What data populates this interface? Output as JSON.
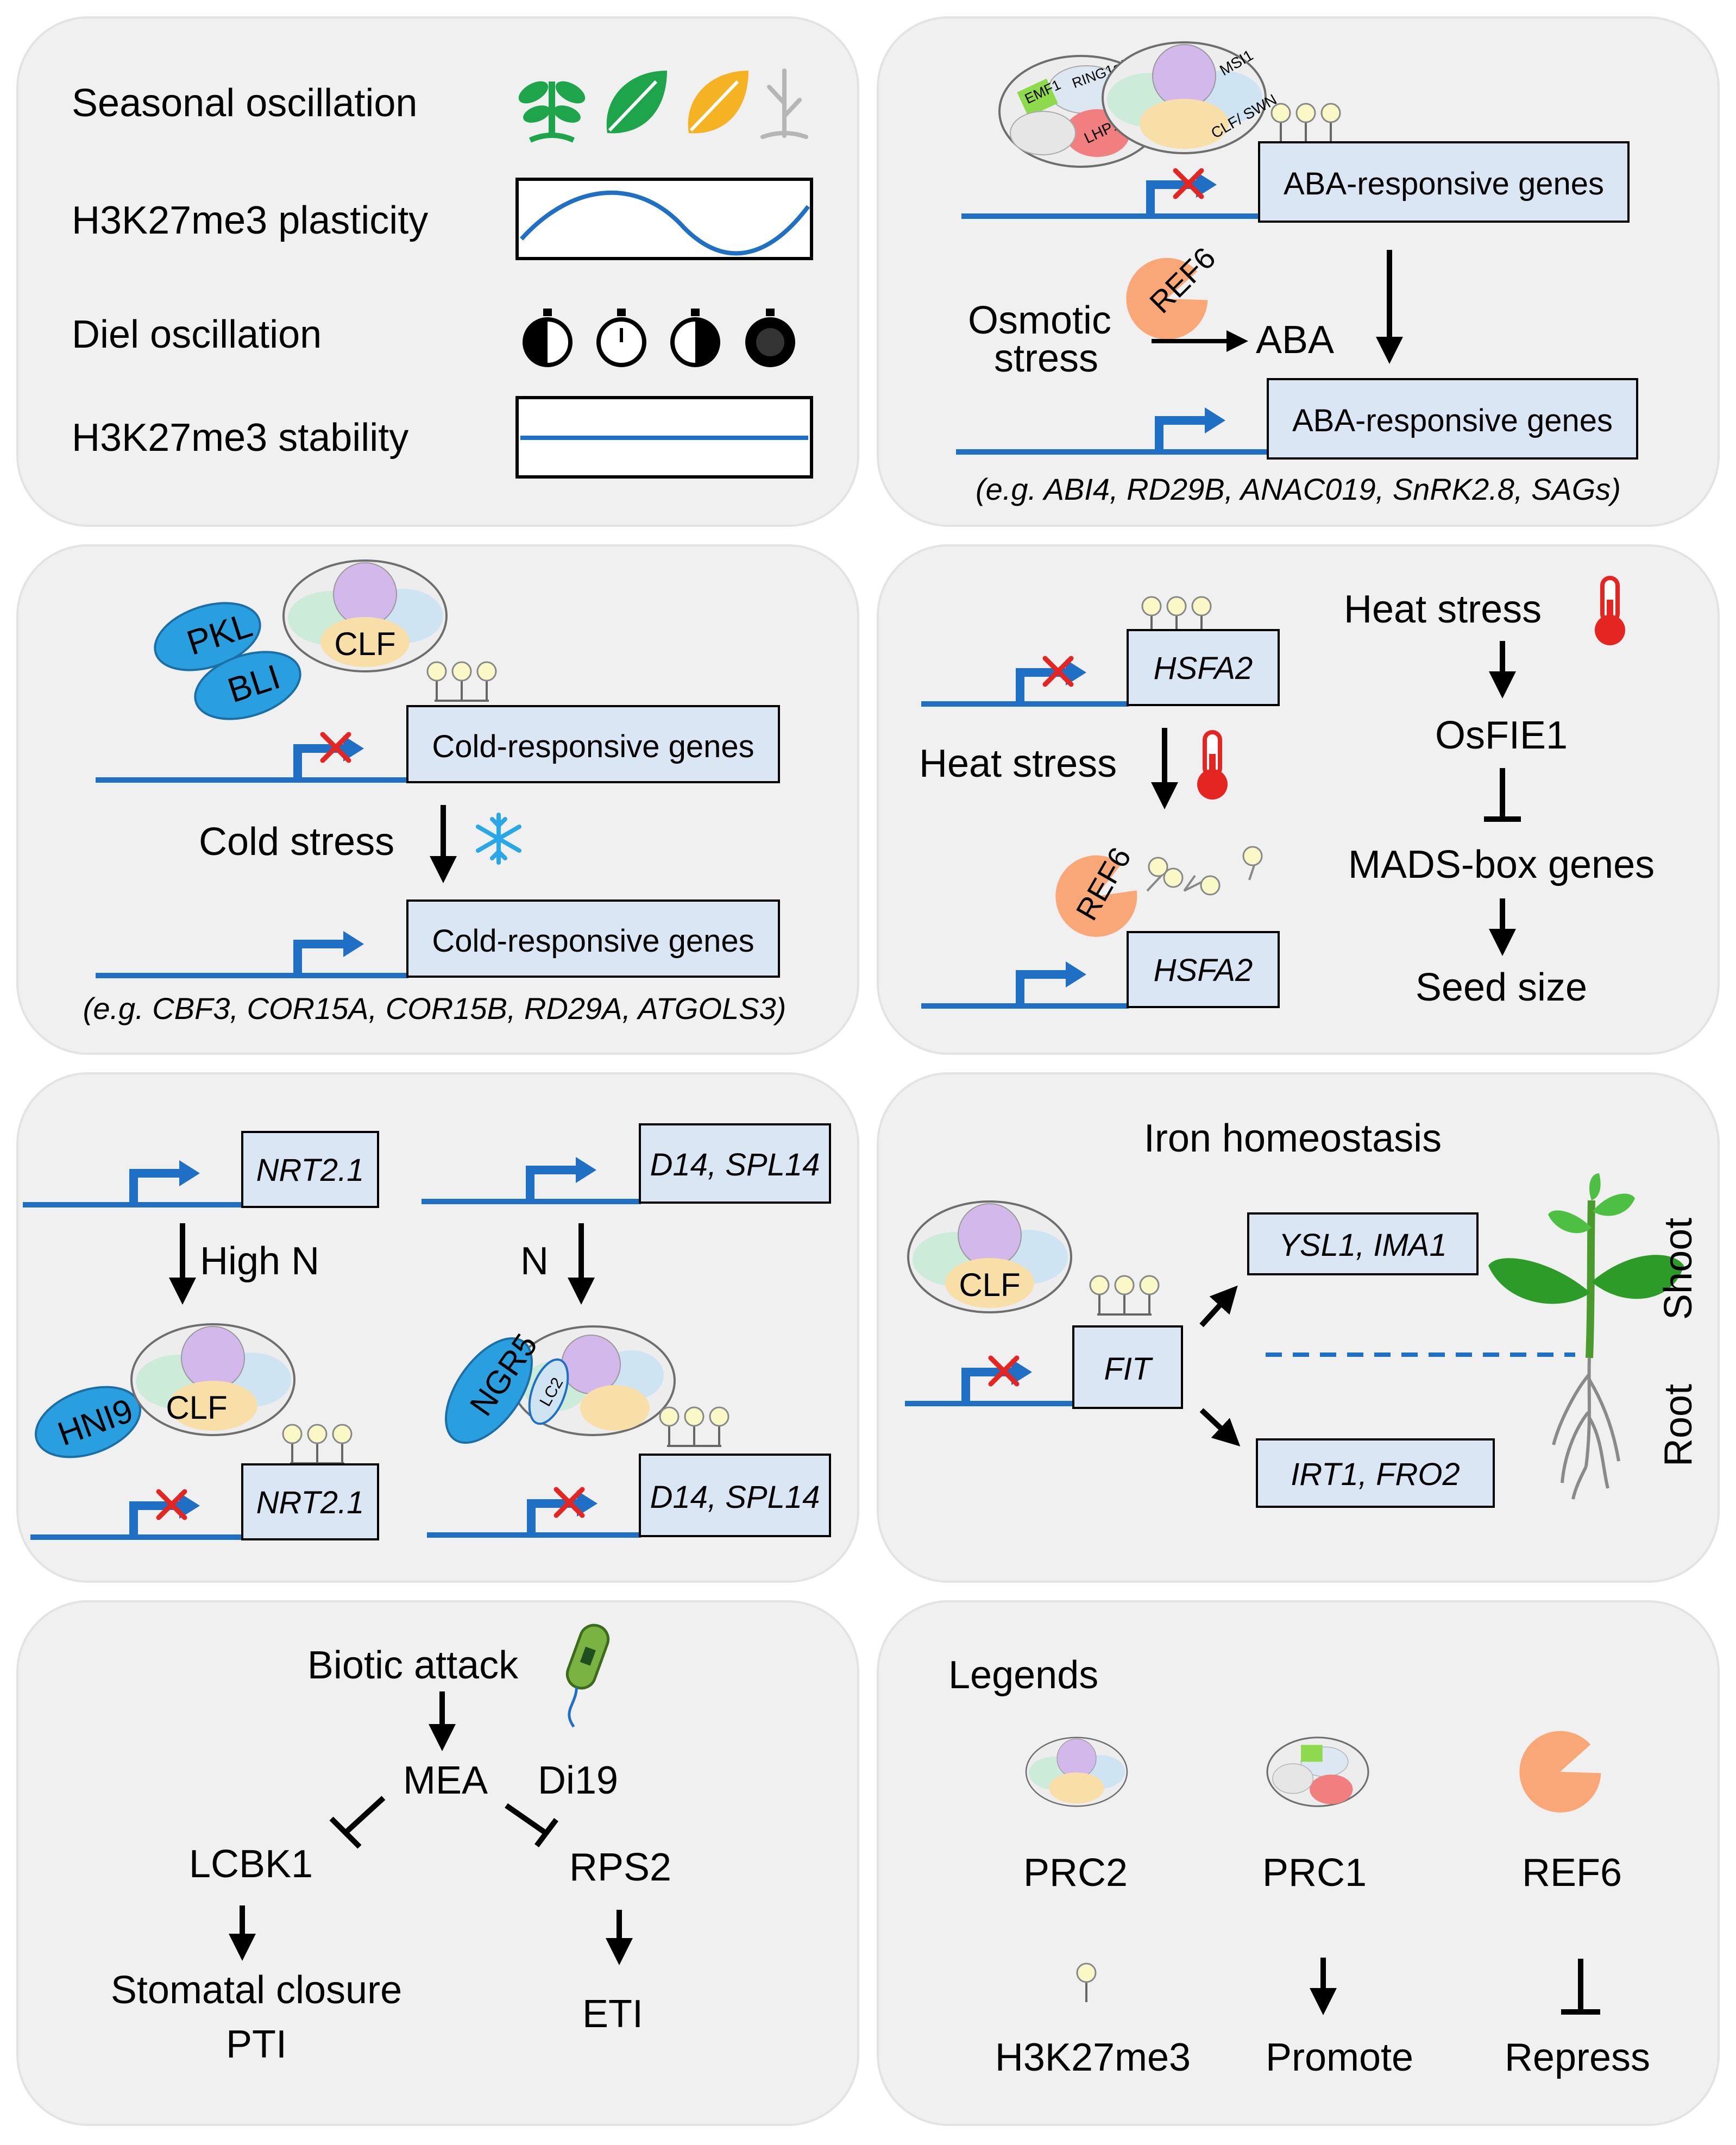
{
  "colors": {
    "panel_bg": "#f0f0f0",
    "panel_border": "#e3e3e3",
    "dna": "#1f6fc5",
    "arrow_tss": "#1f6fc5",
    "gene_box": "#dbe6f5",
    "prc2_top": "#d3b8ec",
    "prc2_left": "#cdebd9",
    "prc2_right": "#cfe4f2",
    "prc2_bottom": "#f8dfa8",
    "ref6": "#f9a777",
    "partner": "#2a9fe0",
    "mark": "#fbf8c8",
    "block": "#e52521"
  },
  "panel1": {
    "seasonal": "Seasonal oscillation",
    "h3k27me3_plasticity": "H3K27me3 plasticity",
    "diel": "Diel oscillation",
    "h3k27me3_stability": "H3K27me3 stability",
    "season_icons": [
      "sprout-icon",
      "green-leaf-icon",
      "yellow-leaf-icon",
      "bare-twig-icon"
    ],
    "clock_icons": [
      "half-stopwatch-icon",
      "empty-stopwatch-icon",
      "half-stopwatch-icon",
      "full-stopwatch-icon"
    ]
  },
  "panel2": {
    "emf1": "EMF1",
    "ring": "RING1a/ RING1b",
    "lhp1": "LHP1",
    "msi1": "MSI1",
    "clf_swn": "CLF/ SWN",
    "gene_top": "ABA-responsive genes",
    "ref6": "REF6",
    "osmotic": "Osmotic",
    "stress": "stress",
    "aba": "ABA",
    "gene_bottom": "ABA-responsive genes",
    "examples": "(e.g. ABI4, RD29B, ANAC019, SnRK2.8, SAGs)"
  },
  "panel3": {
    "pkl": "PKL",
    "bli": "BLI",
    "clf": "CLF",
    "gene_top": "Cold-responsive genes",
    "cold": "Cold stress",
    "gene_bottom": "Cold-responsive genes",
    "examples": "(e.g. CBF3, COR15A, COR15B, RD29A, ATGOLS3)"
  },
  "panel4": {
    "gene_top": "HSFA2",
    "heat_left": "Heat stress",
    "ref6": "REF6",
    "gene_bottom": "HSFA2",
    "heat_right": "Heat stress",
    "osfie1": "OsFIE1",
    "mads": "MADS-box genes",
    "seed": "Seed size"
  },
  "panel5": {
    "nrt_top": "NRT2.1",
    "high_n": "High N",
    "hni9": "HNI9",
    "clf": "CLF",
    "nrt_bottom": "NRT2.1",
    "d14_top": "D14, SPL14",
    "n": "N",
    "ngr5": "NGR5",
    "lc2": "LC2",
    "d14_bottom": "D14, SPL14"
  },
  "panel6": {
    "title": "Iron homeostasis",
    "clf": "CLF",
    "fit": "FIT",
    "ysl": "YSL1, IMA1",
    "irt": "IRT1, FRO2",
    "shoot": "Shoot",
    "root": "Root"
  },
  "panel7": {
    "biotic": "Biotic attack",
    "mea": "MEA",
    "di19": "Di19",
    "lcbk1": "LCBK1",
    "rps2": "RPS2",
    "stomatal": "Stomatal closure",
    "pti": "PTI",
    "eti": "ETI"
  },
  "panel8": {
    "title": "Legends",
    "prc2": "PRC2",
    "prc1": "PRC1",
    "ref6": "REF6",
    "h3k27me3": "H3K27me3",
    "promote": "Promote",
    "repress": "Repress"
  }
}
